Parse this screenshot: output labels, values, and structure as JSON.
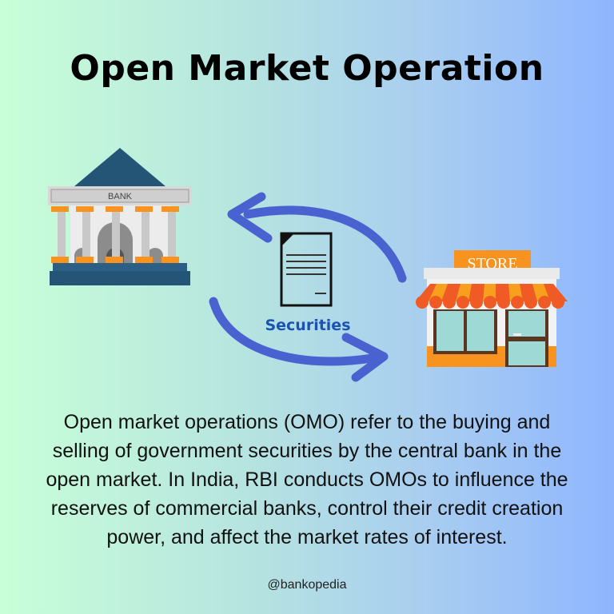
{
  "title": "Open Market Operation",
  "bank": {
    "sign": "BANK",
    "icon": "bank-building-icon"
  },
  "store": {
    "sign": "STORE",
    "icon": "storefront-icon"
  },
  "center": {
    "label": "Securities",
    "icon": "document-icon",
    "arrows_icon": "exchange-cycle-arrows-icon"
  },
  "description": {
    "lines": [
      "Open market operations (OMO) refer to the buying and",
      "selling of government securities by the central bank in the",
      "open market. In India, RBI conducts OMOs to influence the",
      "reserves of commercial banks, control their credit creation",
      "power, and affect the market rates of interest."
    ]
  },
  "footer": {
    "handle": "@bankopedia"
  },
  "colors": {
    "bg_left": "#c8ffd8",
    "bg_right": "#8fb6ff",
    "arrow": "#4a62d0",
    "label": "#1a53b3",
    "bank_roof": "#245577",
    "orange": "#f7931e"
  }
}
